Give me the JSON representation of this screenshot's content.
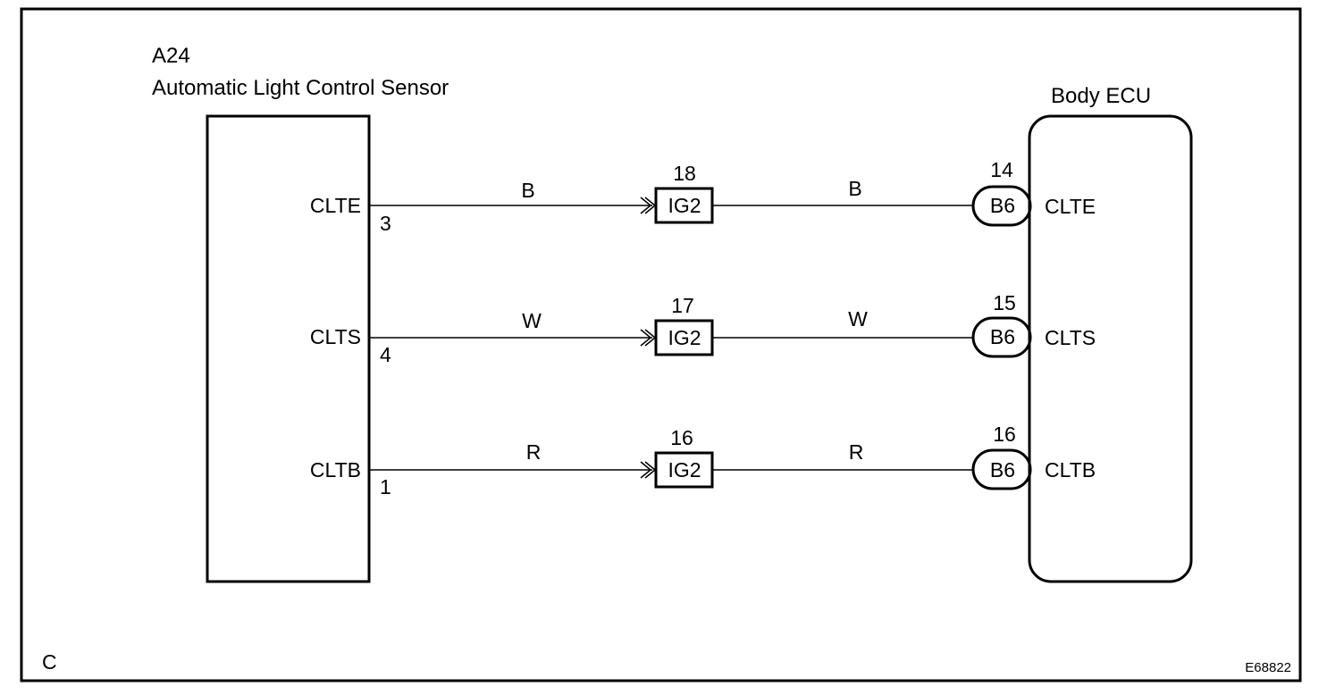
{
  "sensor": {
    "code": "A24",
    "name": "Automatic Light Control Sensor"
  },
  "ecu": {
    "name": "Body ECU"
  },
  "circuits": [
    {
      "sensor_terminal": "CLTE",
      "sensor_pin": "3",
      "wire_color_left": "B",
      "junction_pin": "18",
      "junction_connector": "IG2",
      "wire_color_right": "B",
      "ecu_pin": "14",
      "ecu_connector": "B6",
      "ecu_terminal": "CLTE"
    },
    {
      "sensor_terminal": "CLTS",
      "sensor_pin": "4",
      "wire_color_left": "W",
      "junction_pin": "17",
      "junction_connector": "IG2",
      "wire_color_right": "W",
      "ecu_pin": "15",
      "ecu_connector": "B6",
      "ecu_terminal": "CLTS"
    },
    {
      "sensor_terminal": "CLTB",
      "sensor_pin": "1",
      "wire_color_left": "R",
      "junction_pin": "16",
      "junction_connector": "IG2",
      "wire_color_right": "R",
      "ecu_pin": "16",
      "ecu_connector": "B6",
      "ecu_terminal": "CLTB"
    }
  ],
  "corner_letter": "C",
  "figure_id": "E68822"
}
